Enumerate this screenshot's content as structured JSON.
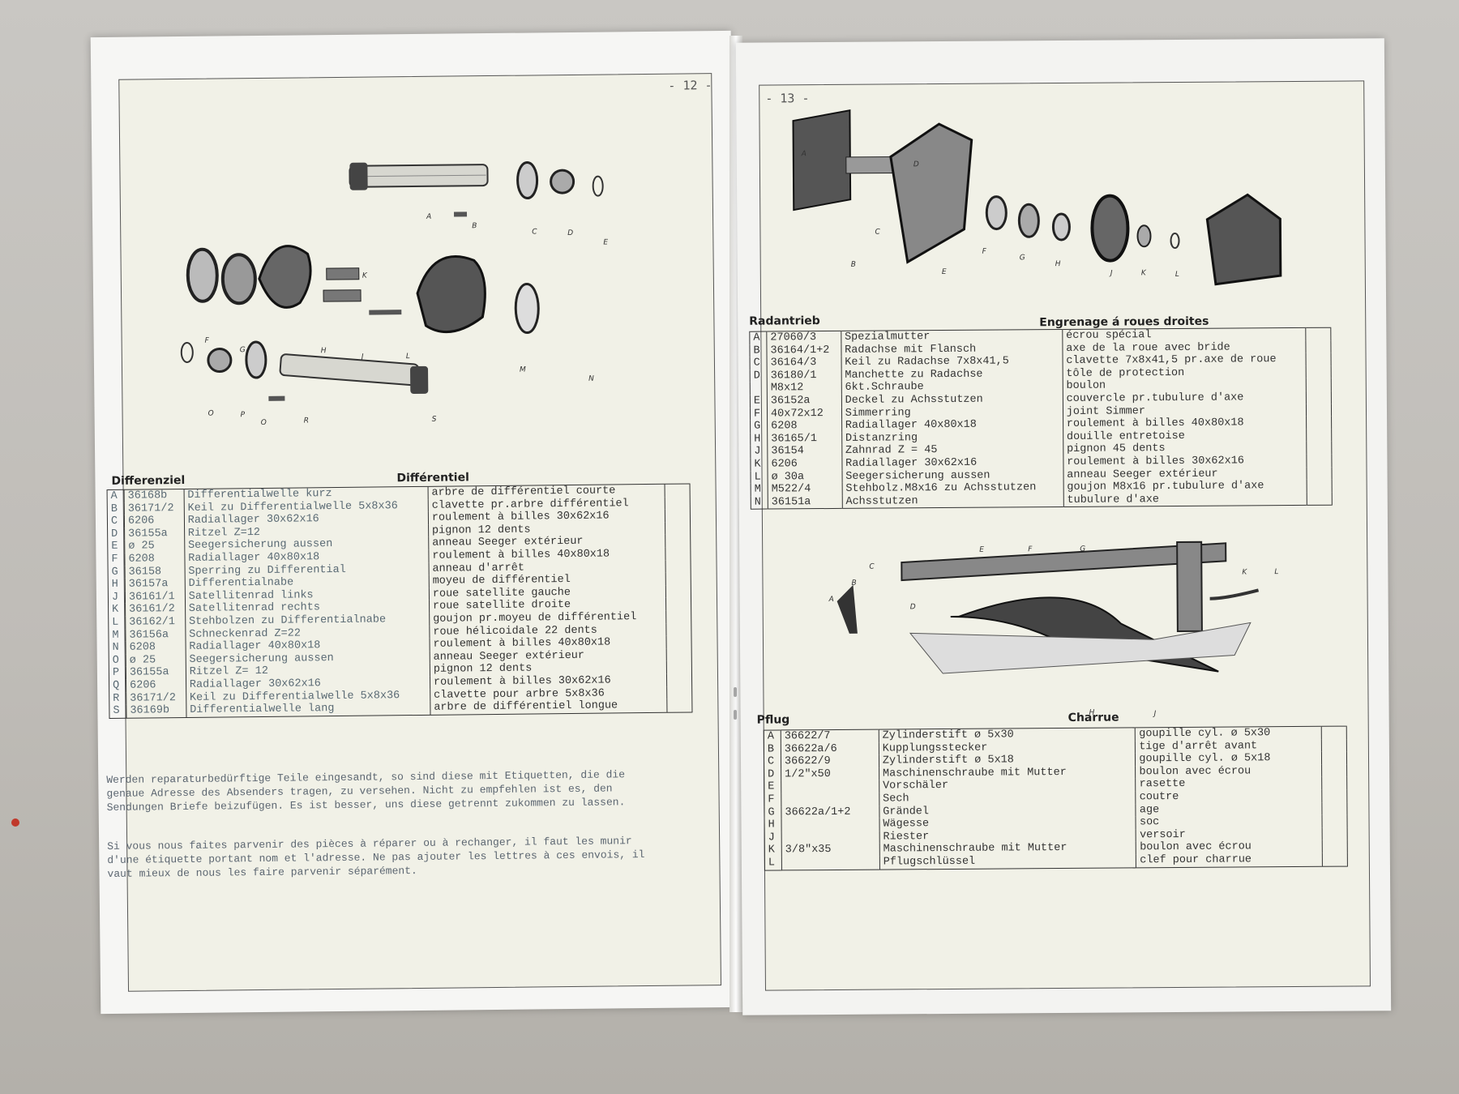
{
  "left_page": {
    "page_number": "- 12 -",
    "section_de": "Differenziel",
    "section_fr": "Différentiel",
    "parts": [
      {
        "key": "A",
        "code": "36168b",
        "de": "Differentialwelle kurz",
        "fr": "arbre de différentiel courte"
      },
      {
        "key": "B",
        "code": "36171/2",
        "de": "Keil zu Differentialwelle 5x8x36",
        "fr": "clavette pr.arbre différentiel"
      },
      {
        "key": "C",
        "code": "6206",
        "de": "Radiallager 30x62x16",
        "fr": "roulement à billes 30x62x16"
      },
      {
        "key": "D",
        "code": "36155a",
        "de": "Ritzel Z=12",
        "fr": "pignon 12 dents"
      },
      {
        "key": "E",
        "code": "ø 25",
        "de": "Seegersicherung aussen",
        "fr": "anneau Seeger extérieur"
      },
      {
        "key": "F",
        "code": "6208",
        "de": "Radiallager 40x80x18",
        "fr": "roulement à billes 40x80x18"
      },
      {
        "key": "G",
        "code": "36158",
        "de": "Sperring zu Differential",
        "fr": "anneau d'arrêt"
      },
      {
        "key": "H",
        "code": "36157a",
        "de": "Differentialnabe",
        "fr": "moyeu de différentiel"
      },
      {
        "key": "J",
        "code": "36161/1",
        "de": "Satellitenrad links",
        "fr": "roue satellite gauche"
      },
      {
        "key": "K",
        "code": "36161/2",
        "de": "Satellitenrad rechts",
        "fr": "roue satellite droite"
      },
      {
        "key": "L",
        "code": "36162/1",
        "de": "Stehbolzen zu Differentialnabe",
        "fr": "goujon pr.moyeu de différentiel"
      },
      {
        "key": "M",
        "code": "36156a",
        "de": "Schneckenrad Z=22",
        "fr": "roue hélicoidale 22 dents"
      },
      {
        "key": "N",
        "code": "6208",
        "de": "Radiallager 40x80x18",
        "fr": "roulement à billes 40x80x18"
      },
      {
        "key": "O",
        "code": "ø 25",
        "de": "Seegersicherung aussen",
        "fr": "anneau Seeger extérieur"
      },
      {
        "key": "P",
        "code": "36155a",
        "de": "Ritzel Z= 12",
        "fr": "pignon 12 dents"
      },
      {
        "key": "Q",
        "code": "6206",
        "de": "Radiallager 30x62x16",
        "fr": "roulement à billes 30x62x16"
      },
      {
        "key": "R",
        "code": "36171/2",
        "de": "Keil zu Differentialwelle 5x8x36",
        "fr": "clavette pour arbre 5x8x36"
      },
      {
        "key": "S",
        "code": "36169b",
        "de": "Differentialwelle lang",
        "fr": "arbre de différentiel longue"
      }
    ],
    "note_de": "Werden reparaturbedürftige Teile eingesandt, so sind diese mit Etiquetten, die die genaue Adresse des Absenders tragen, zu versehen. Nicht zu empfehlen ist es, den Sendungen Briefe beizufügen. Es ist besser, uns diese getrennt zukommen zu lassen.",
    "note_fr": "Si vous nous faites parvenir des pièces à réparer ou à rechanger, il faut les munir d'une étiquette portant nom et l'adresse. Ne pas ajouter les lettres à ces envois, il vaut mieux de nous les faire parvenir séparément."
  },
  "right_page": {
    "page_number": "- 13 -",
    "section1_de": "Radantrieb",
    "section1_fr": "Engrenage á roues droites",
    "parts1": [
      {
        "key": "A",
        "code": "27060/3",
        "de": "Spezialmutter",
        "fr": "écrou spécial"
      },
      {
        "key": "B",
        "code": "36164/1+2",
        "de": "Radachse mit Flansch",
        "fr": "axe de la roue avec bride"
      },
      {
        "key": "C",
        "code": "36164/3",
        "de": "Keil zu Radachse 7x8x41,5",
        "fr": "clavette 7x8x41,5 pr.axe de roue"
      },
      {
        "key": "D",
        "code": "36180/1",
        "de": "Manchette zu Radachse",
        "fr": "tôle de protection"
      },
      {
        "key": "",
        "code": "M8x12",
        "de": "6kt.Schraube",
        "fr": "boulon"
      },
      {
        "key": "E",
        "code": "36152a",
        "de": "Deckel zu Achsstutzen",
        "fr": "couvercle pr.tubulure d'axe"
      },
      {
        "key": "F",
        "code": "40x72x12",
        "de": "Simmerring",
        "fr": "joint Simmer"
      },
      {
        "key": "G",
        "code": "6208",
        "de": "Radiallager 40x80x18",
        "fr": "roulement à billes 40x80x18"
      },
      {
        "key": "H",
        "code": "36165/1",
        "de": "Distanzring",
        "fr": "douille entretoise"
      },
      {
        "key": "J",
        "code": "36154",
        "de": "Zahnrad Z = 45",
        "fr": "pignon 45 dents"
      },
      {
        "key": "K",
        "code": "6206",
        "de": "Radiallager 30x62x16",
        "fr": "roulement à billes 30x62x16"
      },
      {
        "key": "L",
        "code": "ø 30a",
        "de": "Seegersicherung aussen",
        "fr": "anneau Seeger extérieur"
      },
      {
        "key": "M",
        "code": "M522/4",
        "de": "Stehbolz.M8x16 zu Achsstutzen",
        "fr": "goujon M8x16 pr.tubulure d'axe"
      },
      {
        "key": "N",
        "code": "36151a",
        "de": "Achsstutzen",
        "fr": "tubulure d'axe"
      }
    ],
    "section2_de": "Pflug",
    "section2_fr": "Charrue",
    "parts2": [
      {
        "key": "A",
        "code": "36622/7",
        "de": "Zylinderstift ø 5x30",
        "fr": "goupille cyl. ø 5x30"
      },
      {
        "key": "B",
        "code": "36622a/6",
        "de": "Kupplungsstecker",
        "fr": "tige d'arrêt avant"
      },
      {
        "key": "C",
        "code": "36622/9",
        "de": "Zylinderstift ø 5x18",
        "fr": "goupille cyl. ø 5x18"
      },
      {
        "key": "D",
        "code": "1/2\"x50",
        "de": "Maschinenschraube mit Mutter",
        "fr": "boulon avec écrou"
      },
      {
        "key": "E",
        "code": "",
        "de": "Vorschäler",
        "fr": "rasette"
      },
      {
        "key": "F",
        "code": "",
        "de": "Sech",
        "fr": "coutre"
      },
      {
        "key": "G",
        "code": "36622a/1+2",
        "de": "Grändel",
        "fr": "age"
      },
      {
        "key": "H",
        "code": "",
        "de": "Wägesse",
        "fr": "soc"
      },
      {
        "key": "J",
        "code": "",
        "de": "Riester",
        "fr": "versoir"
      },
      {
        "key": "K",
        "code": "3/8\"x35",
        "de": "Maschinenschraube mit Mutter",
        "fr": "boulon avec écrou"
      },
      {
        "key": "L",
        "code": "",
        "de": "Pflugschlüssel",
        "fr": "clef pour charrue"
      }
    ]
  }
}
